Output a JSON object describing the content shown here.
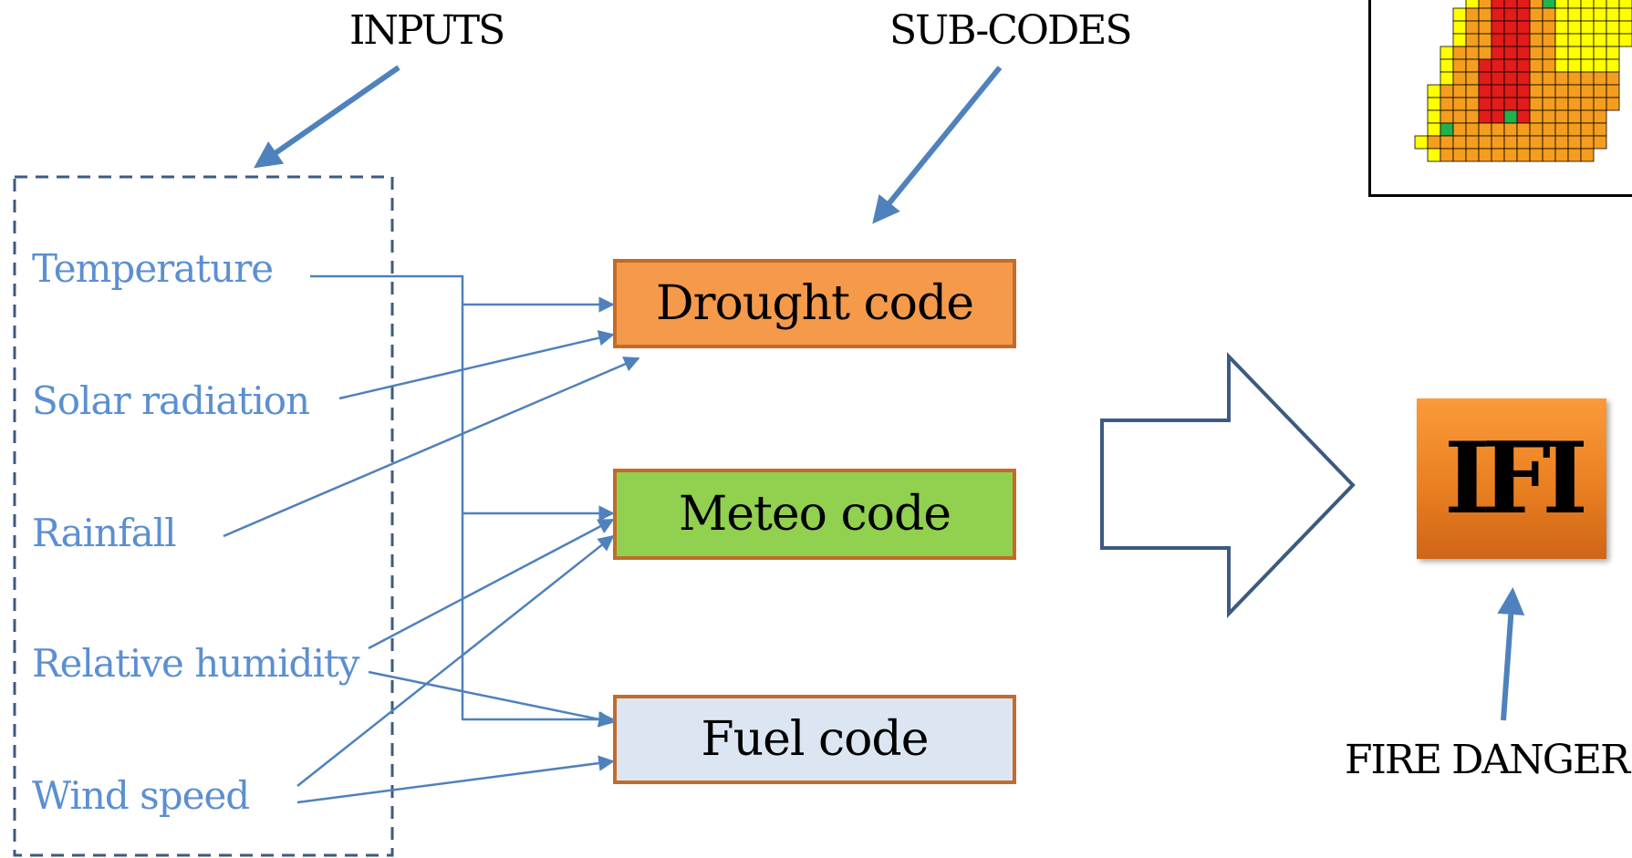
{
  "headings": {
    "inputs": "INPUTS",
    "subcodes": "SUB-CODES",
    "fire_danger": "FIRE DANGER"
  },
  "inputs": [
    "Temperature",
    "Solar radiation",
    "Rainfall",
    "Relative humidity",
    "Wind speed"
  ],
  "codes": {
    "drought": "Drought code",
    "meteo": "Meteo code",
    "fuel": "Fuel code"
  },
  "index": "IFI",
  "colors": {
    "input_text": "#5b8fd1",
    "connector": "#4f81bd",
    "dashed_frame": "#3d5a80",
    "drought_fill": "#f49a4a",
    "meteo_fill": "#92d050",
    "fuel_fill": "#dce6f2",
    "box_border": "#c26b2a",
    "ifi_fill": "#f08a28",
    "map_high": "#e21b1b",
    "map_moderate": "#f59d1f",
    "map_low": "#ffff00",
    "map_very_low": "#22b14c"
  }
}
